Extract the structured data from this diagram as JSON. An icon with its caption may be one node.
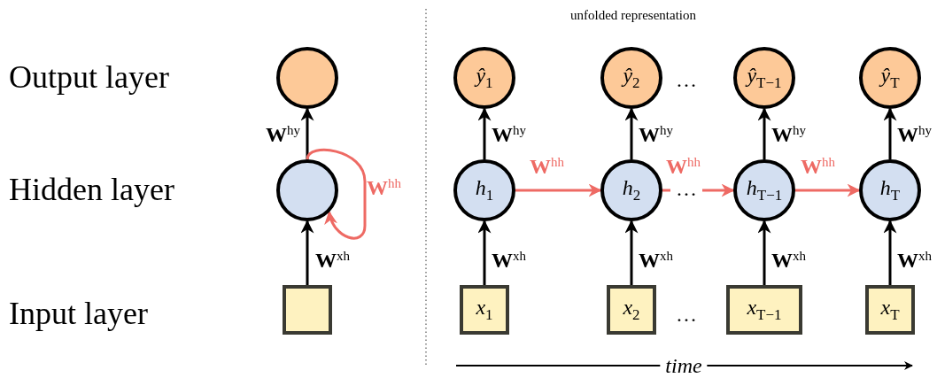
{
  "diagram": {
    "nodes": [
      {
        "text": [],
        "shape": "circle"
      },
      {
        "text": [],
        "shape": "circle"
      },
      {
        "text": [],
        "shape": "box"
      },
      {
        "text": [
          "*ŷ*$_{1}$"
        ]
      },
      {
        "text": [
          "*ŷ*$_{2}$"
        ]
      },
      {
        "text": [
          "*ŷ*$_{T−1}$"
        ]
      },
      {
        "text": [
          "*ŷ*$_{T}$"
        ]
      },
      {
        "text": [
          "*h*$_{1}$"
        ]
      },
      {
        "text": [
          "*h*$_{2}$"
        ]
      },
      {
        "text": [
          "*h*$_{T−1}$"
        ]
      },
      {
        "text": [
          "*h*$_{T}$"
        ]
      },
      {
        "text": [
          "*x*$_{1}$"
        ]
      },
      {
        "text": [
          "*x*$_{2}$"
        ]
      },
      {
        "text": [
          "*x*$_{T−1}$"
        ]
      },
      {
        "text": [
          "*x*$_{T}$"
        ]
      }
    ],
    "edges": [
      {
        "from": 2,
        "to": 1,
        "arrow": "to",
        "label": "**W**$^{xh}$"
      },
      {
        "from": 1,
        "to": 0,
        "arrow": "to",
        "label": "**W**$^{hy}$"
      },
      {
        "from": 1,
        "to": 1,
        "arrow": "to",
        "label": "**W**$^{hh}$",
        "color": "#ee6a64"
      },
      {
        "from": 11,
        "to": 7,
        "arrow": "to",
        "label": "**W**$^{xh}$"
      },
      {
        "from": 12,
        "to": 8,
        "arrow": "to",
        "label": "**W**$^{xh}$"
      },
      {
        "from": 13,
        "to": 9,
        "arrow": "to",
        "label": "**W**$^{xh}$"
      },
      {
        "from": 14,
        "to": 10,
        "arrow": "to",
        "label": "**W**$^{xh}$"
      },
      {
        "from": 7,
        "to": 3,
        "arrow": "to",
        "label": "**W**$^{hy}$"
      },
      {
        "from": 8,
        "to": 4,
        "arrow": "to",
        "label": "**W**$^{hy}$"
      },
      {
        "from": 9,
        "to": 5,
        "arrow": "to",
        "label": "**W**$^{hy}$"
      },
      {
        "from": 10,
        "to": 6,
        "arrow": "to",
        "label": "**W**$^{hy}$"
      },
      {
        "from": 7,
        "to": 8,
        "arrow": "to",
        "label": "**W**$^{hh}$",
        "color": "#ee6a64"
      },
      {
        "from": 8,
        "to": 9,
        "arrow": "to",
        "label": "**W**$^{hh}$",
        "color": "#ee6a64"
      },
      {
        "from": 9,
        "to": 10,
        "arrow": "to",
        "label": "**W**$^{hh}$",
        "color": "#ee6a64"
      }
    ],
    "labels": [
      "unfolded representation",
      "Output layer",
      "…",
      "Hidden layer",
      "…",
      "Input layer",
      "…",
      "time"
    ]
  }
}
